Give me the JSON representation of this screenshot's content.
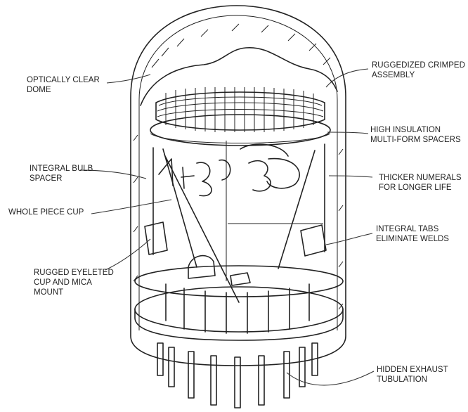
{
  "labels": {
    "optically_clear_dome": [
      "OPTICALLY CLEAR",
      "DOME"
    ],
    "integral_bulb_spacer": [
      "INTEGRAL BULB",
      "SPACER"
    ],
    "whole_piece_cup": [
      "WHOLE PIECE CUP"
    ],
    "rugged_eyeleted_cup": [
      "RUGGED EYELETED",
      "CUP AND MICA",
      "MOUNT"
    ],
    "ruggedized_crimped_assembly": [
      "RUGGEDIZED CRIMPED",
      "ASSEMBLY"
    ],
    "high_insulation_spacers": [
      "HIGH INSULATION",
      "MULTI-FORM SPACERS"
    ],
    "thicker_numerals": [
      "THICKER NUMERALS",
      "FOR LONGER LIFE"
    ],
    "integral_tabs": [
      "INTEGRAL TABS",
      "ELIMINATE WELDS"
    ],
    "hidden_exhaust_tubulation": [
      "HIDDEN EXHAUST",
      "TUBULATION"
    ]
  },
  "colors": {
    "ink": "#222222",
    "background": "#ffffff"
  }
}
